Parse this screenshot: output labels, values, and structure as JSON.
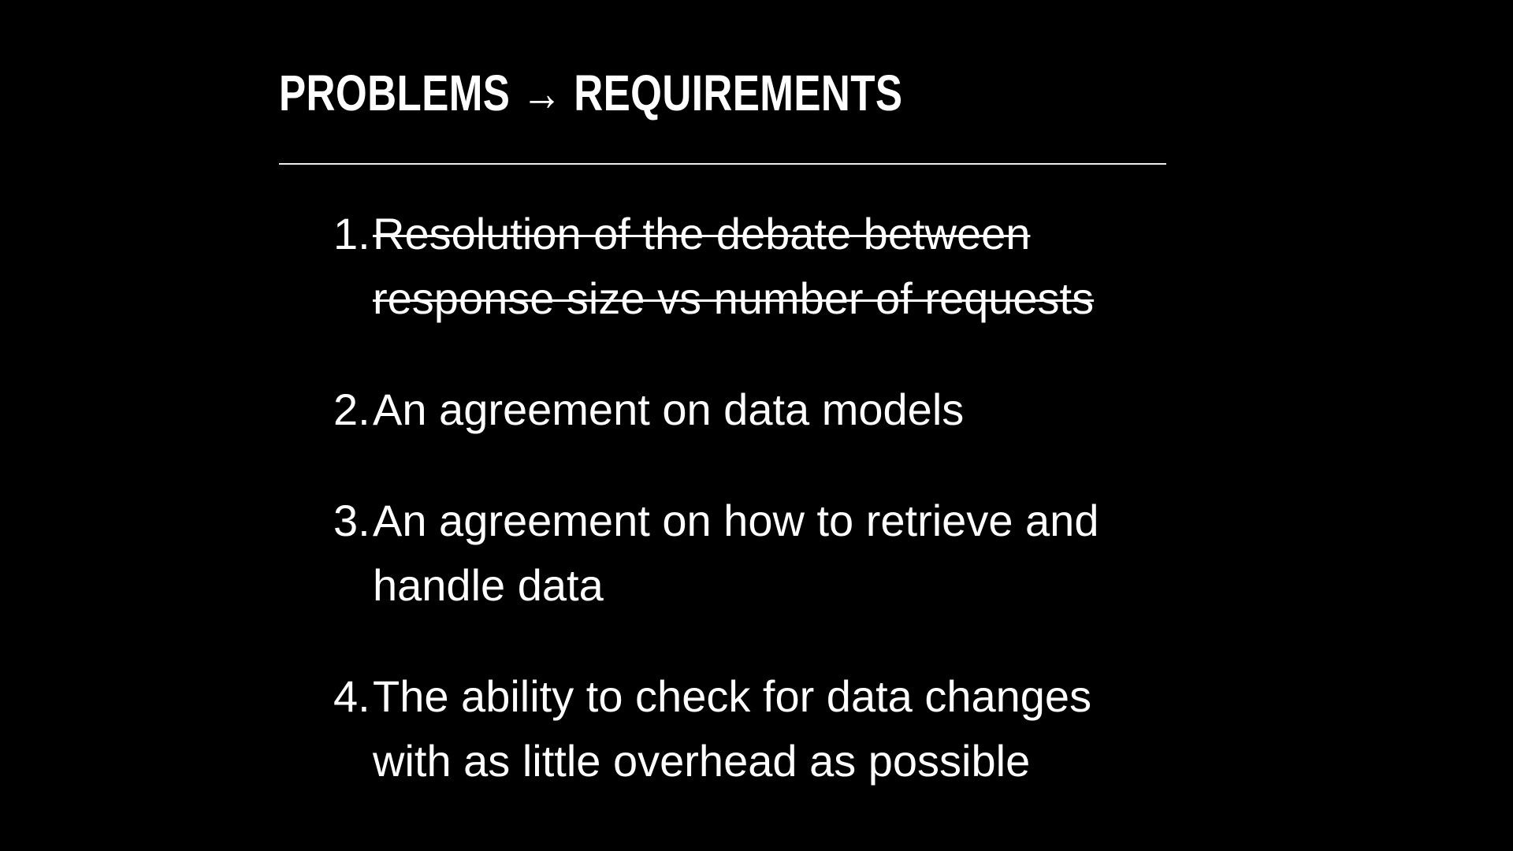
{
  "slide": {
    "title": "PROBLEMS → REQUIREMENTS",
    "items": [
      {
        "number": "1.",
        "text": "Resolution of the debate between response size vs number of requests",
        "strikethrough": true
      },
      {
        "number": "2.",
        "text": "An agreement on data models",
        "strikethrough": false
      },
      {
        "number": "3.",
        "text": "An agreement on how to retrieve and handle data",
        "strikethrough": false
      },
      {
        "number": "4.",
        "text": "The ability to check for data changes with as little overhead as possible",
        "strikethrough": false
      }
    ],
    "colors": {
      "background": "#000000",
      "text": "#ffffff",
      "rule": "#ededed"
    }
  }
}
